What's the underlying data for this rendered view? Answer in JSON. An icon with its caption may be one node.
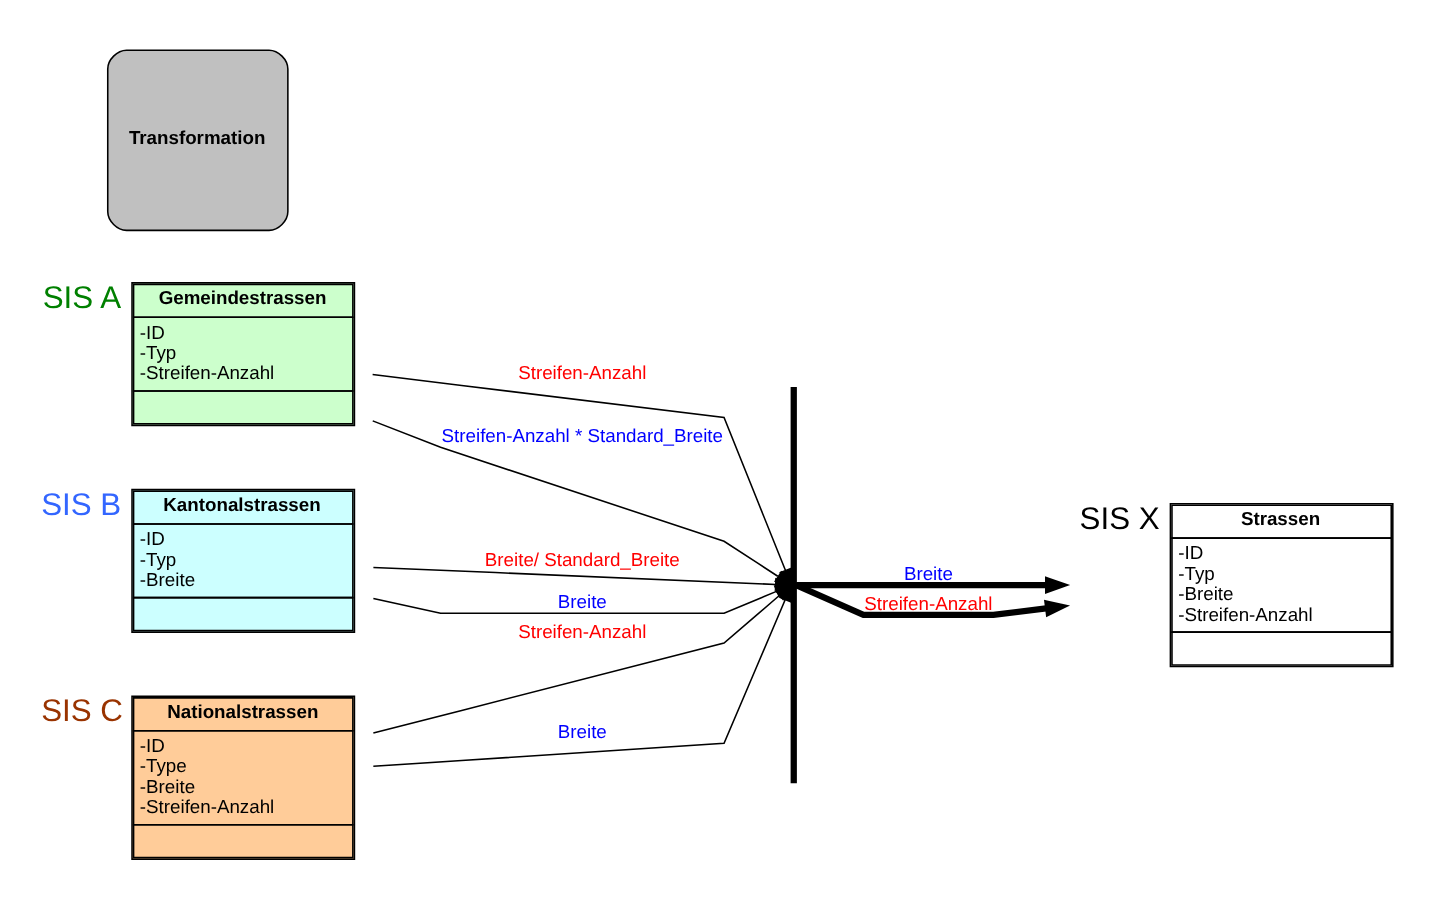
{
  "diagram": {
    "nodes": [
      {
        "text": [
          "Gemeindestrassen",
          "-ID",
          "-Typ",
          "-Streifen-Anzahl"
        ],
        "beside": [
          "SIS A"
        ]
      },
      {
        "text": [
          "Transformation"
        ]
      },
      {
        "text": [
          "Kantonalstrassen",
          "-ID",
          "-Typ",
          "-Breite"
        ],
        "beside": [
          "SIS B"
        ]
      },
      {
        "text": [
          "Nationalstrassen",
          "-ID",
          "-Type",
          "-Breite",
          "-Streifen-Anzahl"
        ],
        "beside": [
          "SIS C"
        ]
      },
      {
        "text": [],
        "shape": "bar"
      },
      {
        "text": [
          "Strassen",
          "-ID",
          "-Typ",
          "-Breite",
          "-Streifen-Anzahl"
        ],
        "beside": [
          "SIS X"
        ]
      }
    ],
    "edges": [
      {
        "from": 0,
        "to": 4,
        "arrow": "to",
        "label": "Streifen-Anzahl"
      },
      {
        "from": 0,
        "to": 4,
        "arrow": "to",
        "label": "Streifen-Anzahl * Standard_Breite"
      },
      {
        "from": 2,
        "to": 4,
        "arrow": "to",
        "label": "Breite/ Standard_Breite"
      },
      {
        "from": 2,
        "to": 4,
        "arrow": "to",
        "label": "Breite"
      },
      {
        "from": 3,
        "to": 4,
        "arrow": "to",
        "label": "Streifen-Anzahl"
      },
      {
        "from": 3,
        "to": 4,
        "arrow": "to",
        "label": "Breite"
      },
      {
        "from": 4,
        "to": 5,
        "arrow": "to",
        "label": "Breite",
        "style": "thick"
      },
      {
        "from": 4,
        "to": 5,
        "arrow": "to",
        "label": "Streifen-Anzahl",
        "style": "thick"
      }
    ]
  }
}
